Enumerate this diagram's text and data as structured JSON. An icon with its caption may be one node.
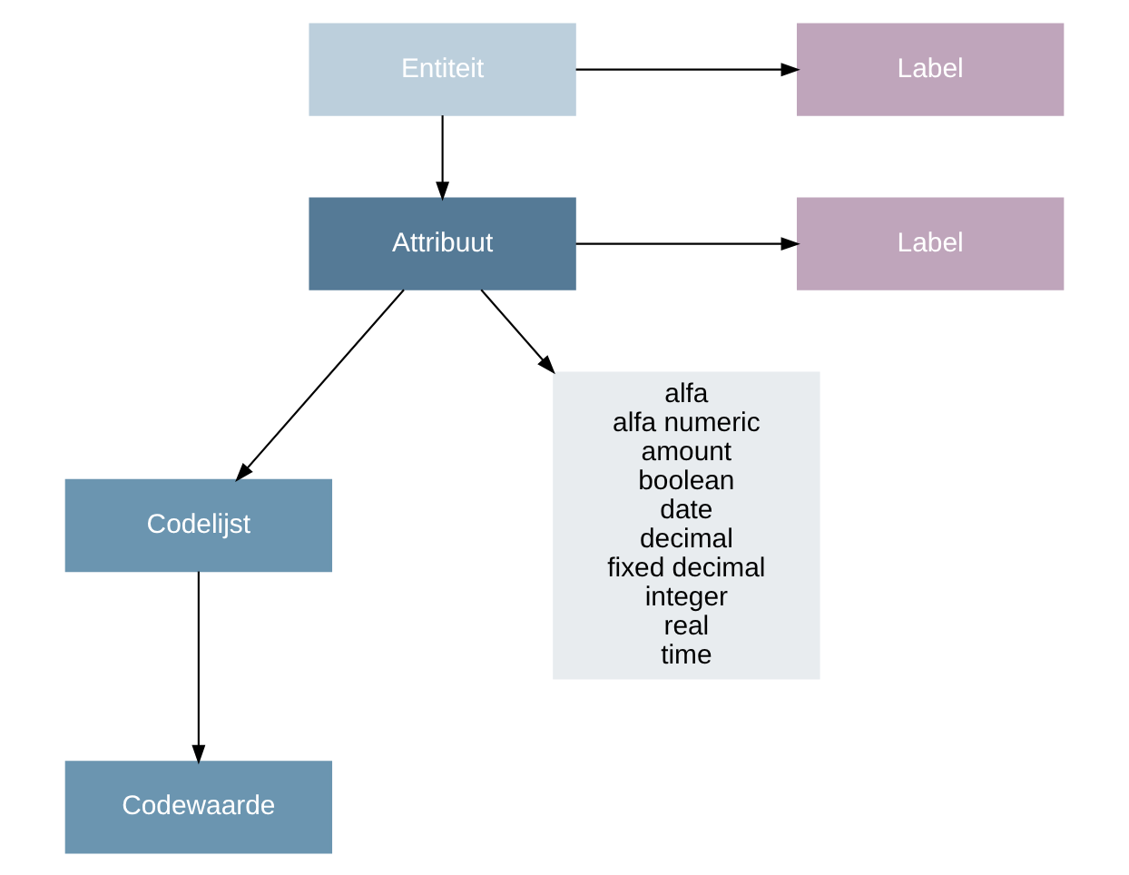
{
  "diagram": {
    "nodes": [
      {
        "text": [
          "Entiteit"
        ]
      },
      {
        "text": [
          "Label"
        ]
      },
      {
        "text": [
          "Attribuut"
        ]
      },
      {
        "text": [
          "Label"
        ]
      },
      {
        "text": [
          "Codelijst"
        ]
      },
      {
        "text": [
          "alfa",
          "alfa numeric",
          "amount",
          "boolean",
          "date",
          "decimal",
          "fixed decimal",
          "integer",
          "real",
          "time"
        ]
      },
      {
        "text": [
          "Codewaarde"
        ]
      }
    ],
    "edges": [
      {
        "from": 0,
        "to": 1,
        "arrow": "to"
      },
      {
        "from": 0,
        "to": 2,
        "arrow": "to"
      },
      {
        "from": 2,
        "to": 3,
        "arrow": "to"
      },
      {
        "from": 2,
        "to": 5,
        "arrow": "to"
      },
      {
        "from": 2,
        "to": 4,
        "arrow": "to"
      },
      {
        "from": 4,
        "to": 6,
        "arrow": "to"
      }
    ]
  }
}
